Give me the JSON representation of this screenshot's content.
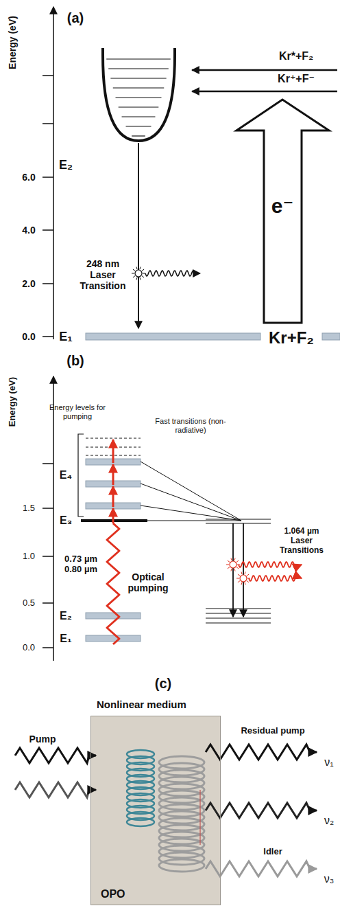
{
  "diagram": {
    "nodes": [
      {
        "text": [
          "Nonlinear medium",
          "OPO"
        ]
      }
    ],
    "labels": [
      "(a)",
      "Energy (eV)",
      "6.0",
      "4.0",
      "2.0",
      "0.0",
      "E₂",
      "E₁",
      "Kr*+F₂",
      "Kr⁺+F⁻",
      "e⁻",
      "248 nm Laser Transition",
      "Kr+F₂",
      "(b)",
      "Energy (eV)",
      "1.5",
      "1.0",
      "0.5",
      "0.0",
      "Energy levels for pumping",
      "Fast transitions (non-radiative)",
      "E₄",
      "E₃",
      "E₂",
      "E₁",
      "0.73 µm 0.80 µm",
      "Optical pumping",
      "1.064 µm Laser Transitions",
      "(c)",
      "Pump",
      "Residual pump",
      "ν₁",
      "ν₂",
      "Idler",
      "ν₃"
    ]
  }
}
